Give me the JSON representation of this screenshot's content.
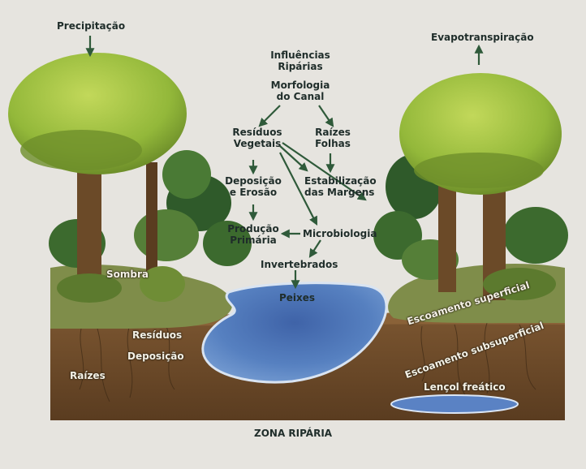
{
  "diagram": {
    "title": "ZONA RIPÁRIA",
    "center_heading": [
      "Influências",
      "Ripárias"
    ],
    "labels": {
      "precipitation": "Precipitação",
      "evapotranspiration": "Evapotranspiração",
      "channel_morphology": [
        "Morfologia",
        "do Canal"
      ],
      "plant_residues": [
        "Resíduos",
        "Vegetais"
      ],
      "roots_leaves": [
        "Raízes",
        "Folhas"
      ],
      "deposition_erosion": [
        "Deposição",
        "e Erosão"
      ],
      "bank_stabilization": [
        "Estabilização",
        "das Margens"
      ],
      "primary_production": [
        "Produção",
        "Primária"
      ],
      "microbiology": "Microbiologia",
      "invertebrates": "Invertebrados",
      "fish": "Peixes",
      "shade": "Sombra",
      "residues": "Resíduos",
      "deposition": "Deposição",
      "roots": "Raízes",
      "surface_runoff": "Escoamento superficial",
      "subsurface_runoff": "Escoamento subsuperficial",
      "water_table": "Lençol freático"
    },
    "colors": {
      "text_dark": "#1f2d2a",
      "text_light": "#f4f1e6",
      "arrow": "#2f5a3a",
      "water": "#4f78b8",
      "soil": "#6b4a2a",
      "canopy": "#9cbf3a",
      "background": "#e6e4df"
    }
  }
}
